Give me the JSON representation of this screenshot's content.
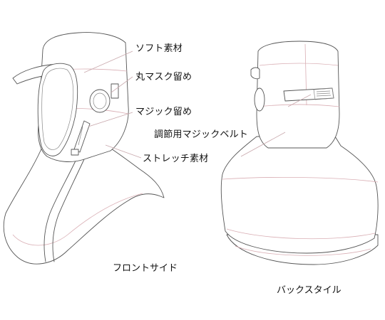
{
  "labels": {
    "soft_material": "ソフト素材",
    "round_mask_fastener": "丸マスク留め",
    "magic_fastener": "マジック留め",
    "adjust_belt": "調節用マジックベルト",
    "stretch_material": "ストレッチ素材"
  },
  "captions": {
    "front": "フロントサイド",
    "back": "バックスタイル"
  },
  "colors": {
    "outline": "#555555",
    "seam_pink": "#d9aeb4",
    "leader": "#c9a9ad",
    "text": "#111111"
  }
}
